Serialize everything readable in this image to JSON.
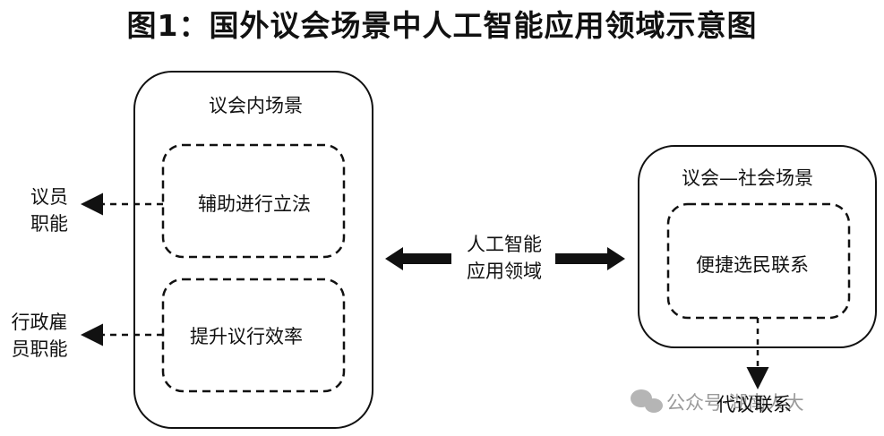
{
  "title": "图1：国外议会场景中人工智能应用领域示意图",
  "left_box": {
    "label": "议会内场景",
    "items": [
      "辅助进行立法",
      "提升议行效率"
    ]
  },
  "left_outputs": [
    "议员\n职能",
    "行政雇\n员职能"
  ],
  "center_label": "人工智能\n应用领域",
  "right_box": {
    "label": "议会—社会场景",
    "items": [
      "便捷选民联系"
    ]
  },
  "bottom_output": "代议联系",
  "watermark": "公众号·湖南人大"
}
